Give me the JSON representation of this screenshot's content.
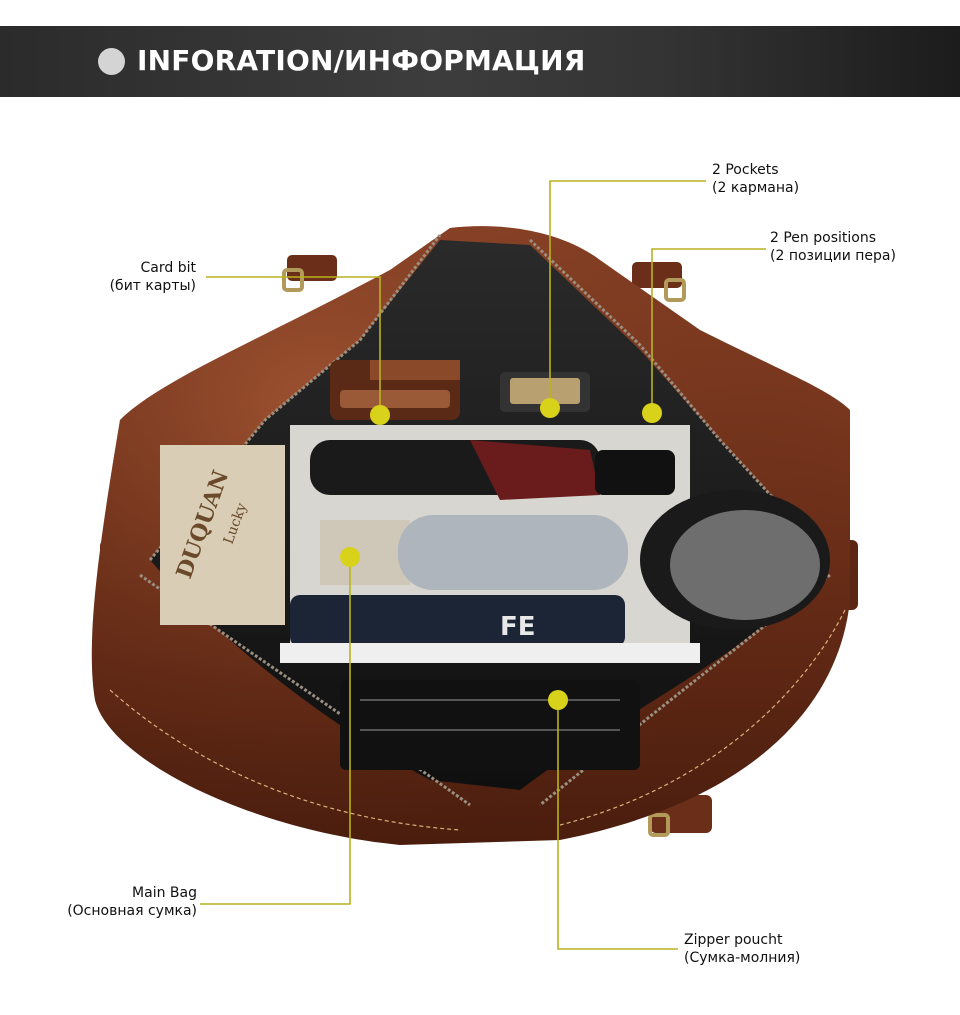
{
  "header": {
    "title": "INFORATION/ИНФОРМАЦИЯ"
  },
  "callouts": [
    {
      "id": "card-bit",
      "line1": "Card bit",
      "line2": "(бит карты)"
    },
    {
      "id": "pockets",
      "line1": "2 Pockets",
      "line2": "(2 кармана)"
    },
    {
      "id": "pen-positions",
      "line1": "2 Pen positions",
      "line2": "(2 позиции пера)"
    },
    {
      "id": "main-bag",
      "line1": "Main Bag",
      "line2": "(Основная сумка)"
    },
    {
      "id": "zipper-pouch",
      "line1": "Zipper poucht",
      "line2": "(Сумка-молния)"
    }
  ],
  "product_labels": {
    "bottle_text": "FE",
    "book_text": "DUQUAN",
    "book_sub": "Lucky"
  },
  "colors": {
    "callout_line": "#b9b21e",
    "callout_dot": "#d8d21a",
    "leather": "#6b2f1a",
    "banner": "#333333"
  }
}
